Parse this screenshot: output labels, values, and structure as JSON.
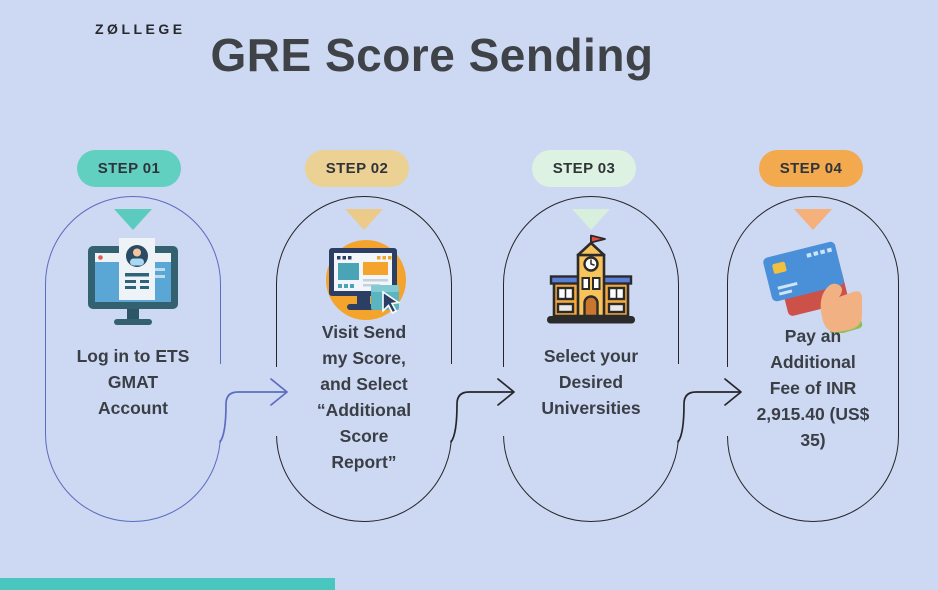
{
  "page": {
    "background_color": "#cdd8f2",
    "footer_bar_color": "#49c6bd"
  },
  "logo": {
    "text": "ZØLLEGE"
  },
  "title": {
    "text": "GRE Score Sending",
    "color": "#3f4348"
  },
  "steps": [
    {
      "badge": "STEP 01",
      "badge_color": "#62d0c1",
      "triangle_color": "#5bcbbd",
      "outline_color": "#5c6cc0",
      "icon": "login-monitor-icon",
      "text": "Log in to ETS\nGMAT\nAccount"
    },
    {
      "badge": "STEP 02",
      "badge_color": "#ecd194",
      "triangle_color": "#ecca89",
      "outline_color": "#26262a",
      "icon": "send-score-monitor-icon",
      "text": "Visit Send\nmy Score,\nand Select\n“Additional\nScore\nReport”"
    },
    {
      "badge": "STEP 03",
      "badge_color": "#ddf2e2",
      "triangle_color": "#d7efdc",
      "outline_color": "#26262a",
      "icon": "university-building-icon",
      "text": "Select your\nDesired\nUniversities"
    },
    {
      "badge": "STEP 04",
      "badge_color": "#f3a94e",
      "triangle_color": "#f5b07c",
      "outline_color": "#26262a",
      "icon": "credit-card-hand-icon",
      "text": "Pay an\nAdditional\nFee of  INR\n2,915.40 (US$\n35)"
    }
  ],
  "arrows": [
    {
      "color": "#5c6cc0"
    },
    {
      "color": "#26262a"
    },
    {
      "color": "#26262a"
    }
  ]
}
